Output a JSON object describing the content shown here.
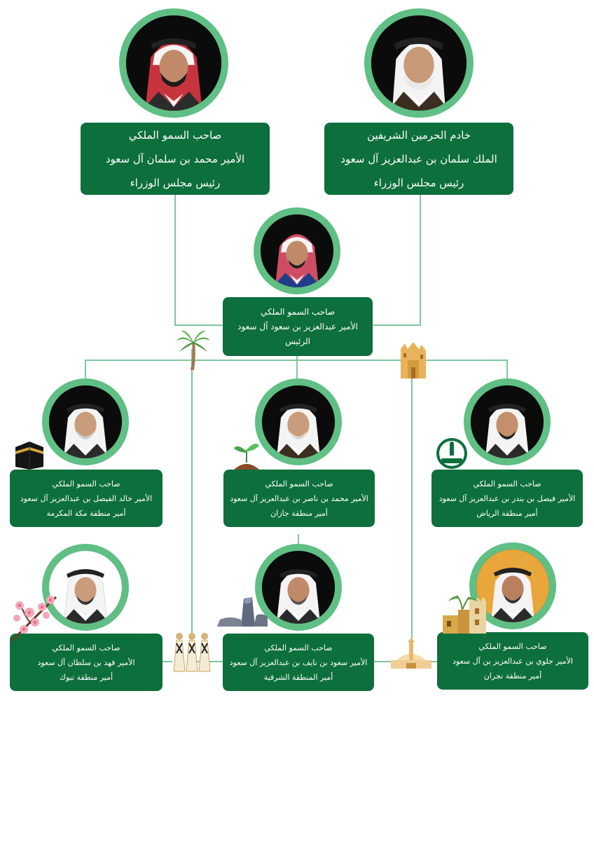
{
  "palette": {
    "green_dark": "#0d6f3c",
    "green_ring": "#5fbf84",
    "line": "#7dc79a",
    "photo_bg": "#0b0b0b"
  },
  "top": {
    "king": {
      "line1": "خادم الحرمين الشريفين",
      "line2": "الملك سلمان بن عبدالعزيز آل سعود",
      "line3": "رئيس مجلس الوزراء"
    },
    "crown_prince": {
      "line1": "صاحب السمو الملكي",
      "line2": "الأمير محمد بن سلمان آل سعود",
      "line3": "رئيس مجلس الوزراء"
    }
  },
  "president": {
    "line1": "صاحب السمو الملكي",
    "line2": "الأمير عبدالعزيز بن سعود آل سعود",
    "line3": "الرئيس"
  },
  "members": [
    {
      "line1": "صاحب السمو الملكي",
      "line2": "الأمير فيصل بن بندر بن عبدالعزيز آل سعود",
      "line3": "أمير منطقة الرياض"
    },
    {
      "line1": "صاحب السمو الملكي",
      "line2": "الأمير محمد بن ناصر بن عبدالعزيز آل سعود",
      "line3": "أمير منطقة جازان"
    },
    {
      "line1": "صاحب السمو الملكي",
      "line2": "الأمير خالد الفيصل بن عبدالعزيز آل سعود",
      "line3": "أمير منطقة مكة المكرمة"
    },
    {
      "line1": "صاحب السمو الملكي",
      "line2": "الأمير جلوي بن عبدالعزيز بن آل سعود",
      "line3": "أمير منطقة نجران"
    },
    {
      "line1": "صاحب السمو الملكي",
      "line2": "الأمير سعود بن نايف بن عبدالعزيز آل سعود",
      "line3": "أمير المنطقة الشرقية"
    },
    {
      "line1": "صاحب السمو الملكي",
      "line2": "الأمير فهد بن سلطان آل سعود",
      "line3": "أمير منطقة تبوك"
    }
  ],
  "icons": {
    "portrait": "person-portrait-icon",
    "palm": "palm-tree-icon",
    "fort": "mud-fort-icon",
    "kaaba": "kaaba-icon",
    "plant": "sprout-icon",
    "riyadh": "riyadh-emblem-icon",
    "flowers": "almond-blossom-icon",
    "dancers": "ardah-dancers-icon",
    "rocks": "rock-formation-icon",
    "minaret": "mosque-icon",
    "najran": "najran-houses-icon"
  }
}
